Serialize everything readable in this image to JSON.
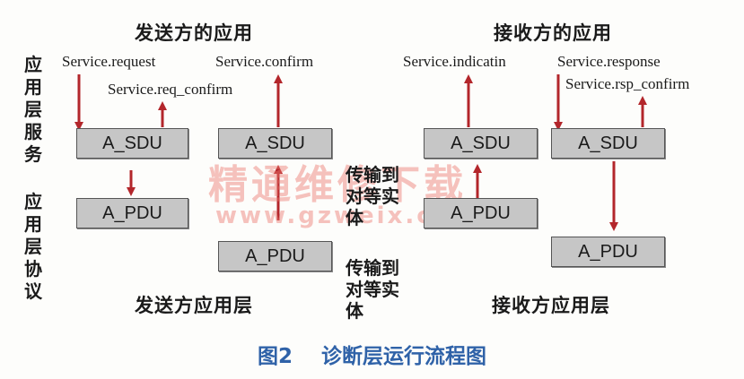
{
  "headings": {
    "sender_app": "发送方的应用",
    "receiver_app": "接收方的应用",
    "sender_layer": "发送方应用层",
    "receiver_layer": "接收方应用层"
  },
  "side_labels": {
    "services": "应用层服务",
    "protocol": "应用层协议"
  },
  "services": {
    "request": "Service.request",
    "req_confirm": "Service.req_confirm",
    "confirm": "Service.confirm",
    "indication": "Service.indicatin",
    "response": "Service.response",
    "rsp_confirm": "Service.rsp_confirm"
  },
  "boxes": {
    "sdu": "A_SDU",
    "pdu": "A_PDU"
  },
  "transfer_text": "传输到对等实体",
  "caption": "图2    诊断层运行流程图",
  "watermark": {
    "cn": "精通维修下载",
    "url": "www.gzweix.com"
  },
  "colors": {
    "arrow": "#b3262b",
    "caption": "#2f62a8",
    "box_fill": "#c6c6c6"
  }
}
